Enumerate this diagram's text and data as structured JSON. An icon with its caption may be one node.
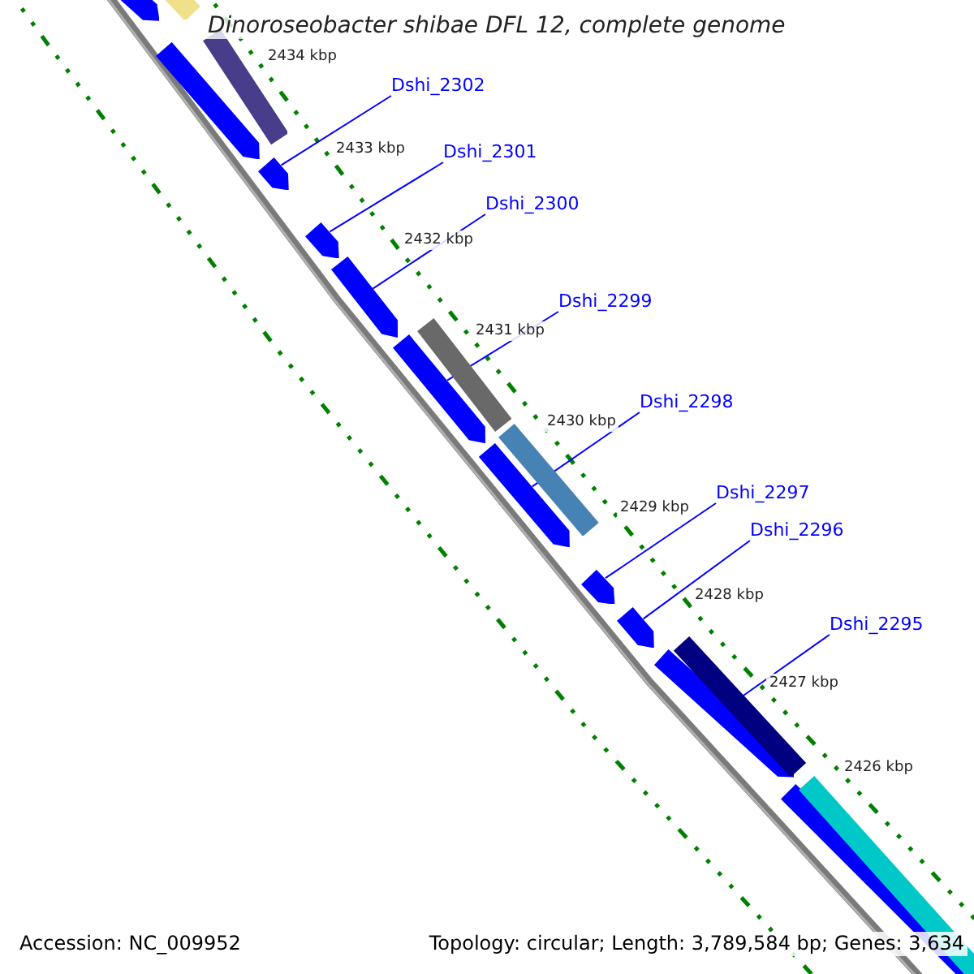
{
  "diagram": {
    "title": "Dinoroseobacter shibae DFL 12, complete genome",
    "nodes": [
      {
        "text": [
          "Dshi_2302"
        ]
      },
      {
        "text": [
          "Dshi_2301"
        ]
      },
      {
        "text": [
          "Dshi_2300"
        ]
      },
      {
        "text": [
          "Dshi_2299"
        ]
      },
      {
        "text": [
          "Dshi_2298"
        ]
      },
      {
        "text": [
          "Dshi_2297"
        ]
      },
      {
        "text": [
          "Dshi_2296"
        ]
      },
      {
        "text": [
          "Dshi_2295"
        ]
      },
      {
        "text": [],
        "shape": "bar"
      },
      {
        "text": [],
        "shape": "bar"
      },
      {
        "text": [],
        "shape": "bar"
      },
      {
        "text": [],
        "shape": "bar"
      },
      {
        "text": [],
        "shape": "bar"
      },
      {
        "text": [],
        "shape": "bar"
      },
      {
        "text": [],
        "shape": "bar"
      },
      {
        "text": [],
        "shape": "bar"
      },
      {
        "text": [],
        "shape": "bar"
      },
      {
        "text": [],
        "shape": "bar"
      },
      {
        "text": [],
        "shape": "bar"
      },
      {
        "text": [],
        "shape": "bar"
      },
      {
        "text": [],
        "shape": "bar"
      },
      {
        "text": [],
        "shape": "bar"
      },
      {
        "text": [],
        "shape": "bar"
      },
      {
        "text": [],
        "shape": "bar"
      },
      {
        "text": [],
        "shape": "bar"
      }
    ],
    "edges": [
      {
        "from": 0,
        "to": 8,
        "arrow": "none"
      },
      {
        "from": 1,
        "to": 9,
        "arrow": "none"
      },
      {
        "from": 2,
        "to": 10,
        "arrow": "none"
      },
      {
        "from": 3,
        "to": 11,
        "arrow": "none"
      },
      {
        "from": 4,
        "to": 12,
        "arrow": "none"
      },
      {
        "from": 5,
        "to": 13,
        "arrow": "none"
      },
      {
        "from": 6,
        "to": 14,
        "arrow": "none"
      },
      {
        "from": 7,
        "to": 15,
        "arrow": "none"
      }
    ],
    "labels": [
      "2434 kbp",
      "2433 kbp",
      "2432 kbp",
      "2431 kbp",
      "2430 kbp",
      "2429 kbp",
      "2428 kbp",
      "2427 kbp",
      "2426 kbp",
      "Accession: NC_009952",
      "Topology: circular; Length: 3,789,584 bp; Genes: 3,634"
    ]
  }
}
